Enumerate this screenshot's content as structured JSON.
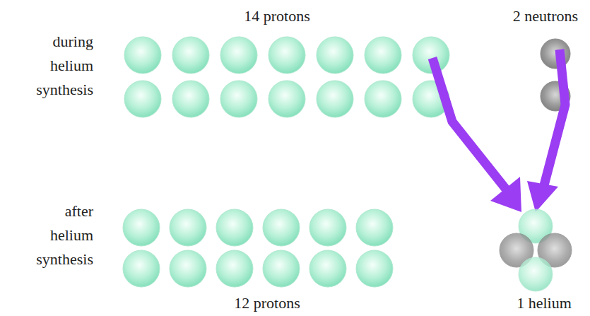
{
  "diagram": {
    "labels": [
      "14 protons",
      "2 neutrons",
      "during helium synthesis",
      "after helium synthesis",
      "12 protons",
      "1 helium"
    ]
  }
}
